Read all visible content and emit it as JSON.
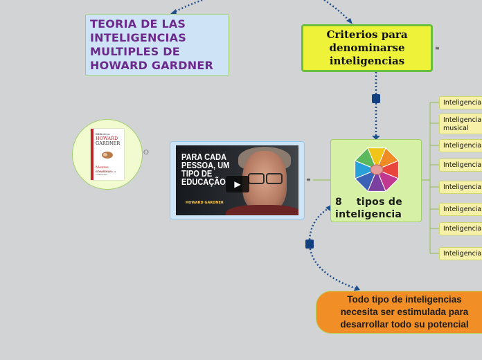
{
  "title_node": {
    "text": "TEORIA DE LAS INTELIGENCIAS MULTIPLES DE HOWARD GARDNER"
  },
  "criteria_node": {
    "text": "Criterios para denominarse inteligencias"
  },
  "book": {
    "line1": "Biblioteca",
    "line2": "HOWARD",
    "line3": "GARDNER",
    "line4": "Mentes creativas",
    "line5": "Una anatomía de la creatividad"
  },
  "video": {
    "text": "PARA CADA PESSOA, UM TIPO DE EDUCAÇÃO",
    "subtitle": "HOWARD GARDNER"
  },
  "types_node": {
    "text": "8    tipos de inteligencia"
  },
  "branches": [
    {
      "label": "Inteligencia"
    },
    {
      "label": "Inteligencia musical"
    },
    {
      "label": "Inteligencia"
    },
    {
      "label": "Inteligencia"
    },
    {
      "label": "Inteligencia"
    },
    {
      "label": "Inteligencia"
    },
    {
      "label": "Inteligencia"
    },
    {
      "label": "Inteligencia"
    }
  ],
  "bottom_node": {
    "text": "Todo tipo de inteligencias necesita ser estimulada para desarrollar todo su potencial"
  },
  "icons": {
    "menu": "≡",
    "link": "⚇",
    "play": "▶"
  },
  "colors": {
    "background": "#d2d3d5",
    "title_text": "#6b2a8c",
    "criteria_fill": "#eef238",
    "criteria_border": "#6cbf3c",
    "types_fill": "#d6f0a6",
    "branch_fill": "#f6f0a8",
    "bottom_fill": "#f18f26",
    "connector": "#1f4e8c"
  }
}
